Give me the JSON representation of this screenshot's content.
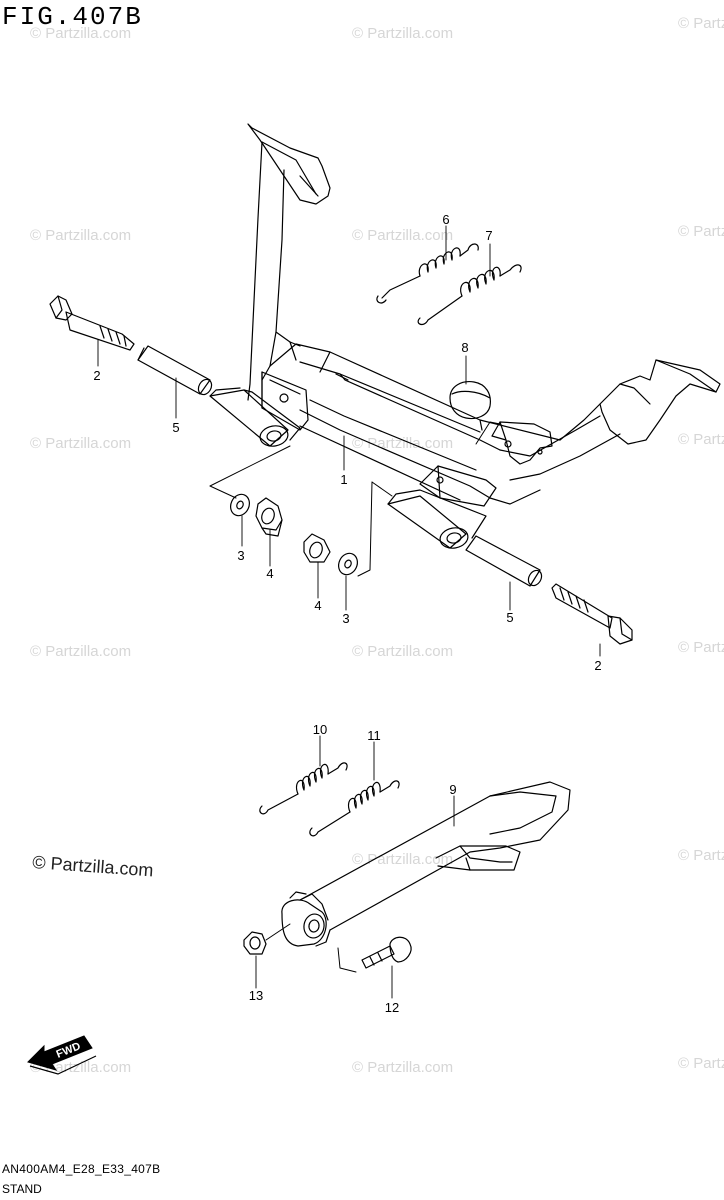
{
  "figure": {
    "title": "FIG.407B",
    "code": "AN400AM4_E28_E33_407B",
    "name": "STAND"
  },
  "watermark": {
    "text": "© Partzilla.com",
    "color": "#d6d6d6"
  },
  "callouts": [
    "1",
    "2",
    "2",
    "3",
    "3",
    "4",
    "4",
    "5",
    "5",
    "6",
    "7",
    "8",
    "9",
    "10",
    "11",
    "12",
    "13"
  ],
  "fwd_label": "FWD",
  "colors": {
    "line": "#000000",
    "background": "#ffffff"
  }
}
